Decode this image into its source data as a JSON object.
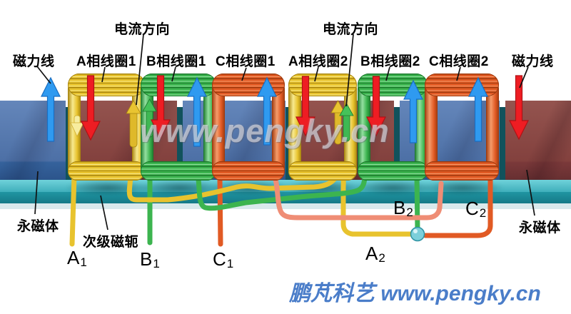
{
  "annotations": {
    "current_direction_left": "电流方向",
    "current_direction_right": "电流方向",
    "flux_lines_left": "磁力线",
    "flux_lines_right": "磁力线",
    "coil_labels": {
      "a1": "A相线圈1",
      "b1": "B相线圈1",
      "c1": "C相线圈1",
      "a2": "A相线圈2",
      "b2": "B相线圈2",
      "c2": "C相线圈2"
    },
    "permanent_magnet_left": "永磁体",
    "permanent_magnet_right": "永磁体",
    "secondary_yoke": "次级磁轭",
    "terminals": {
      "a1": {
        "main": "A",
        "sub": "1"
      },
      "b1": {
        "main": "B",
        "sub": "1"
      },
      "c1": {
        "main": "C",
        "sub": "1"
      },
      "a2": {
        "main": "A",
        "sub": "2"
      },
      "b2": {
        "main": "B",
        "sub": "2"
      },
      "c2": {
        "main": "C",
        "sub": "2"
      }
    }
  },
  "watermark": "www.pengky.cn",
  "footer": "鹏芃科艺 www.pengky.cn",
  "colors": {
    "phase_a_coil": "#e8c32e",
    "phase_b_coil": "#3cb44f",
    "phase_c_coil": "#e15a24",
    "magnet_north_blue": "#4d70a6",
    "magnet_south_red": "#84423f",
    "yoke_teal": "#2095a2",
    "flux_arrow_up_blue": "#2f9af0",
    "flux_arrow_down_red": "#ee1d23",
    "star_point_ball": "#7ccfda",
    "footer_text": "#4a7dc9"
  }
}
